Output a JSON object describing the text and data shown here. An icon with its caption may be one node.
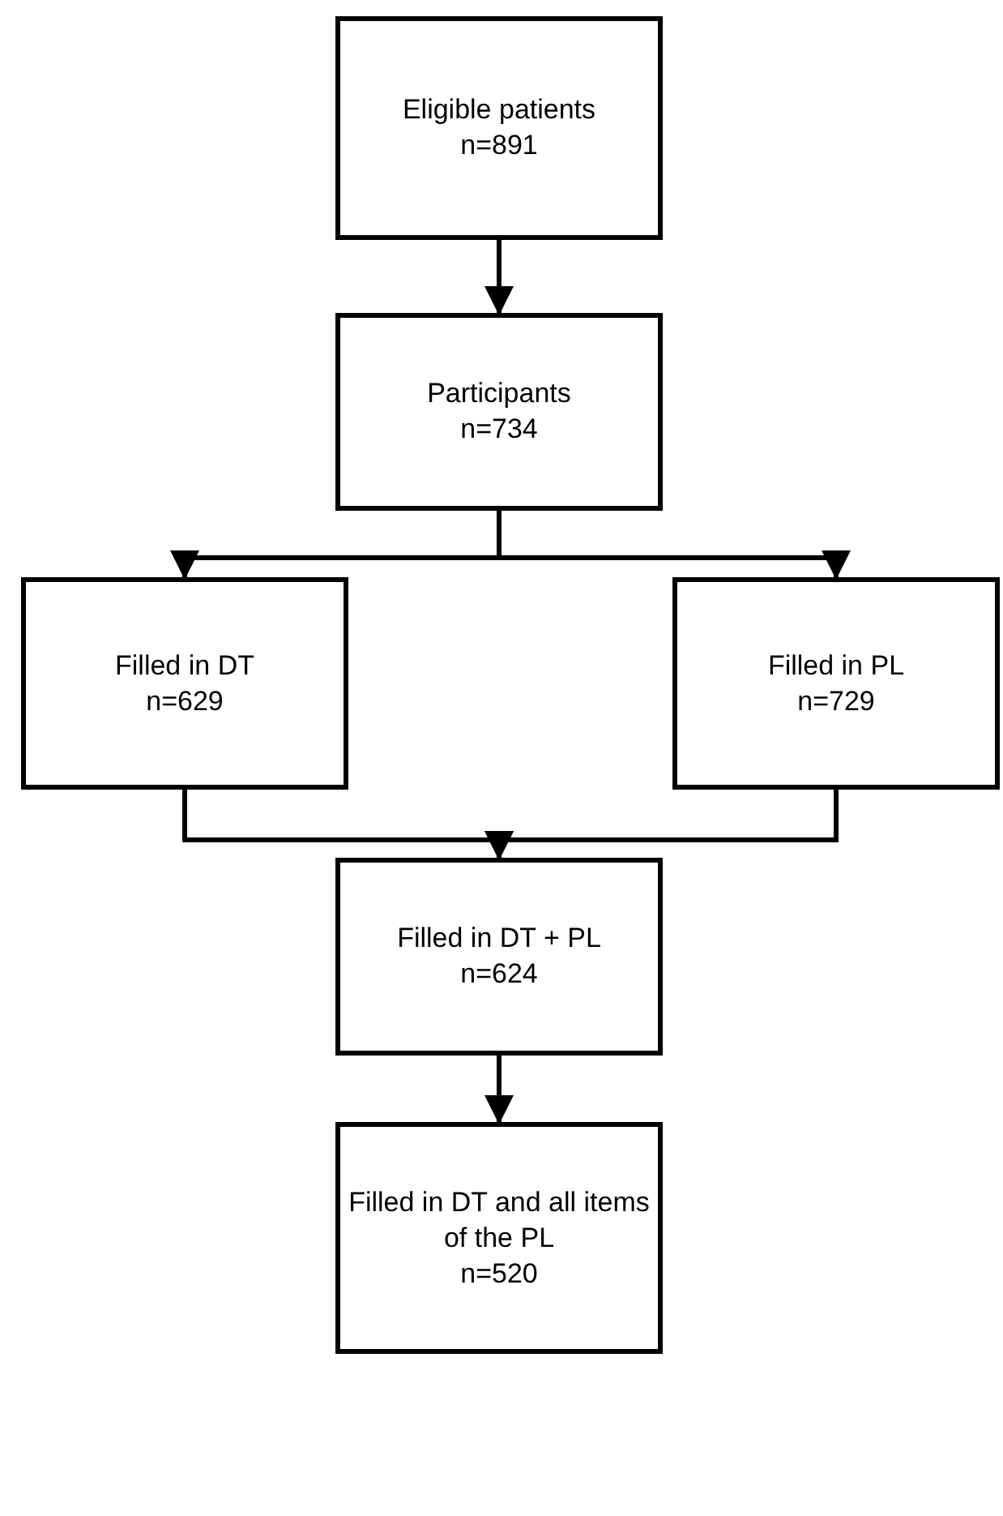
{
  "diagram": {
    "nodes": [
      {
        "text": [
          "Eligible patients",
          "n=891"
        ]
      },
      {
        "text": [
          "Participants",
          "n=734"
        ]
      },
      {
        "text": [
          "Filled in DT",
          "n=629"
        ]
      },
      {
        "text": [
          "Filled in PL",
          "n=729"
        ]
      },
      {
        "text": [
          "Filled in DT + PL",
          "n=624"
        ]
      },
      {
        "text": [
          "Filled in DT and all items of the PL",
          "n=520"
        ]
      }
    ],
    "edges": [
      {
        "from": 0,
        "to": 1,
        "arrow": "to"
      },
      {
        "from": 1,
        "to": 2,
        "arrow": "to"
      },
      {
        "from": 1,
        "to": 3,
        "arrow": "to"
      },
      {
        "from": 2,
        "to": 4,
        "arrow": "to"
      },
      {
        "from": 3,
        "to": 4,
        "arrow": "to"
      },
      {
        "from": 4,
        "to": 5,
        "arrow": "to"
      }
    ]
  }
}
